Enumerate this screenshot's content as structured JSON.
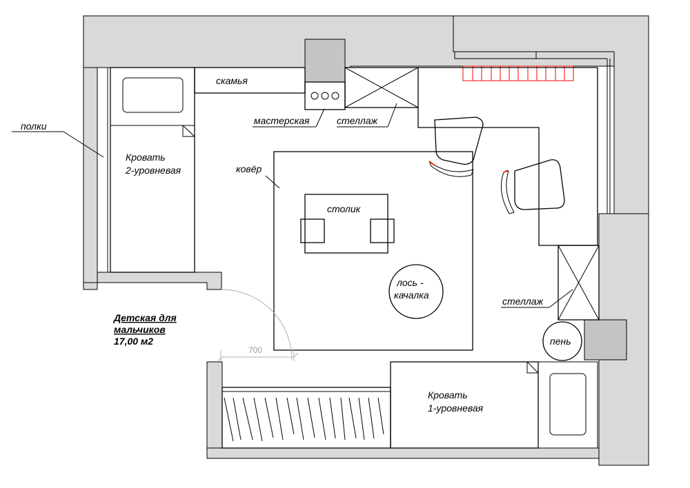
{
  "room_title": {
    "line1": "Детская для",
    "line2": "мальчиков",
    "area": "17,00 м2"
  },
  "labels": {
    "shelves": "полки",
    "bunk_bed_1": "Кровать",
    "bunk_bed_2": "2-уровневая",
    "bench": "скамья",
    "workshop": "мастерская",
    "rack_top": "стеллаж",
    "carpet": "ковёр",
    "table": "столик",
    "moose_1": "лось -",
    "moose_2": "качалка",
    "rack_right": "стеллаж",
    "stump": "пень",
    "single_bed_1": "Кровать",
    "single_bed_2": "1-уровневая",
    "door_width": "700"
  },
  "colors": {
    "wall_fill": "#d9d9d9",
    "radiator": "#ff0000",
    "chair_accent": "#ff2a00",
    "dimension": "#9a9a9a"
  }
}
